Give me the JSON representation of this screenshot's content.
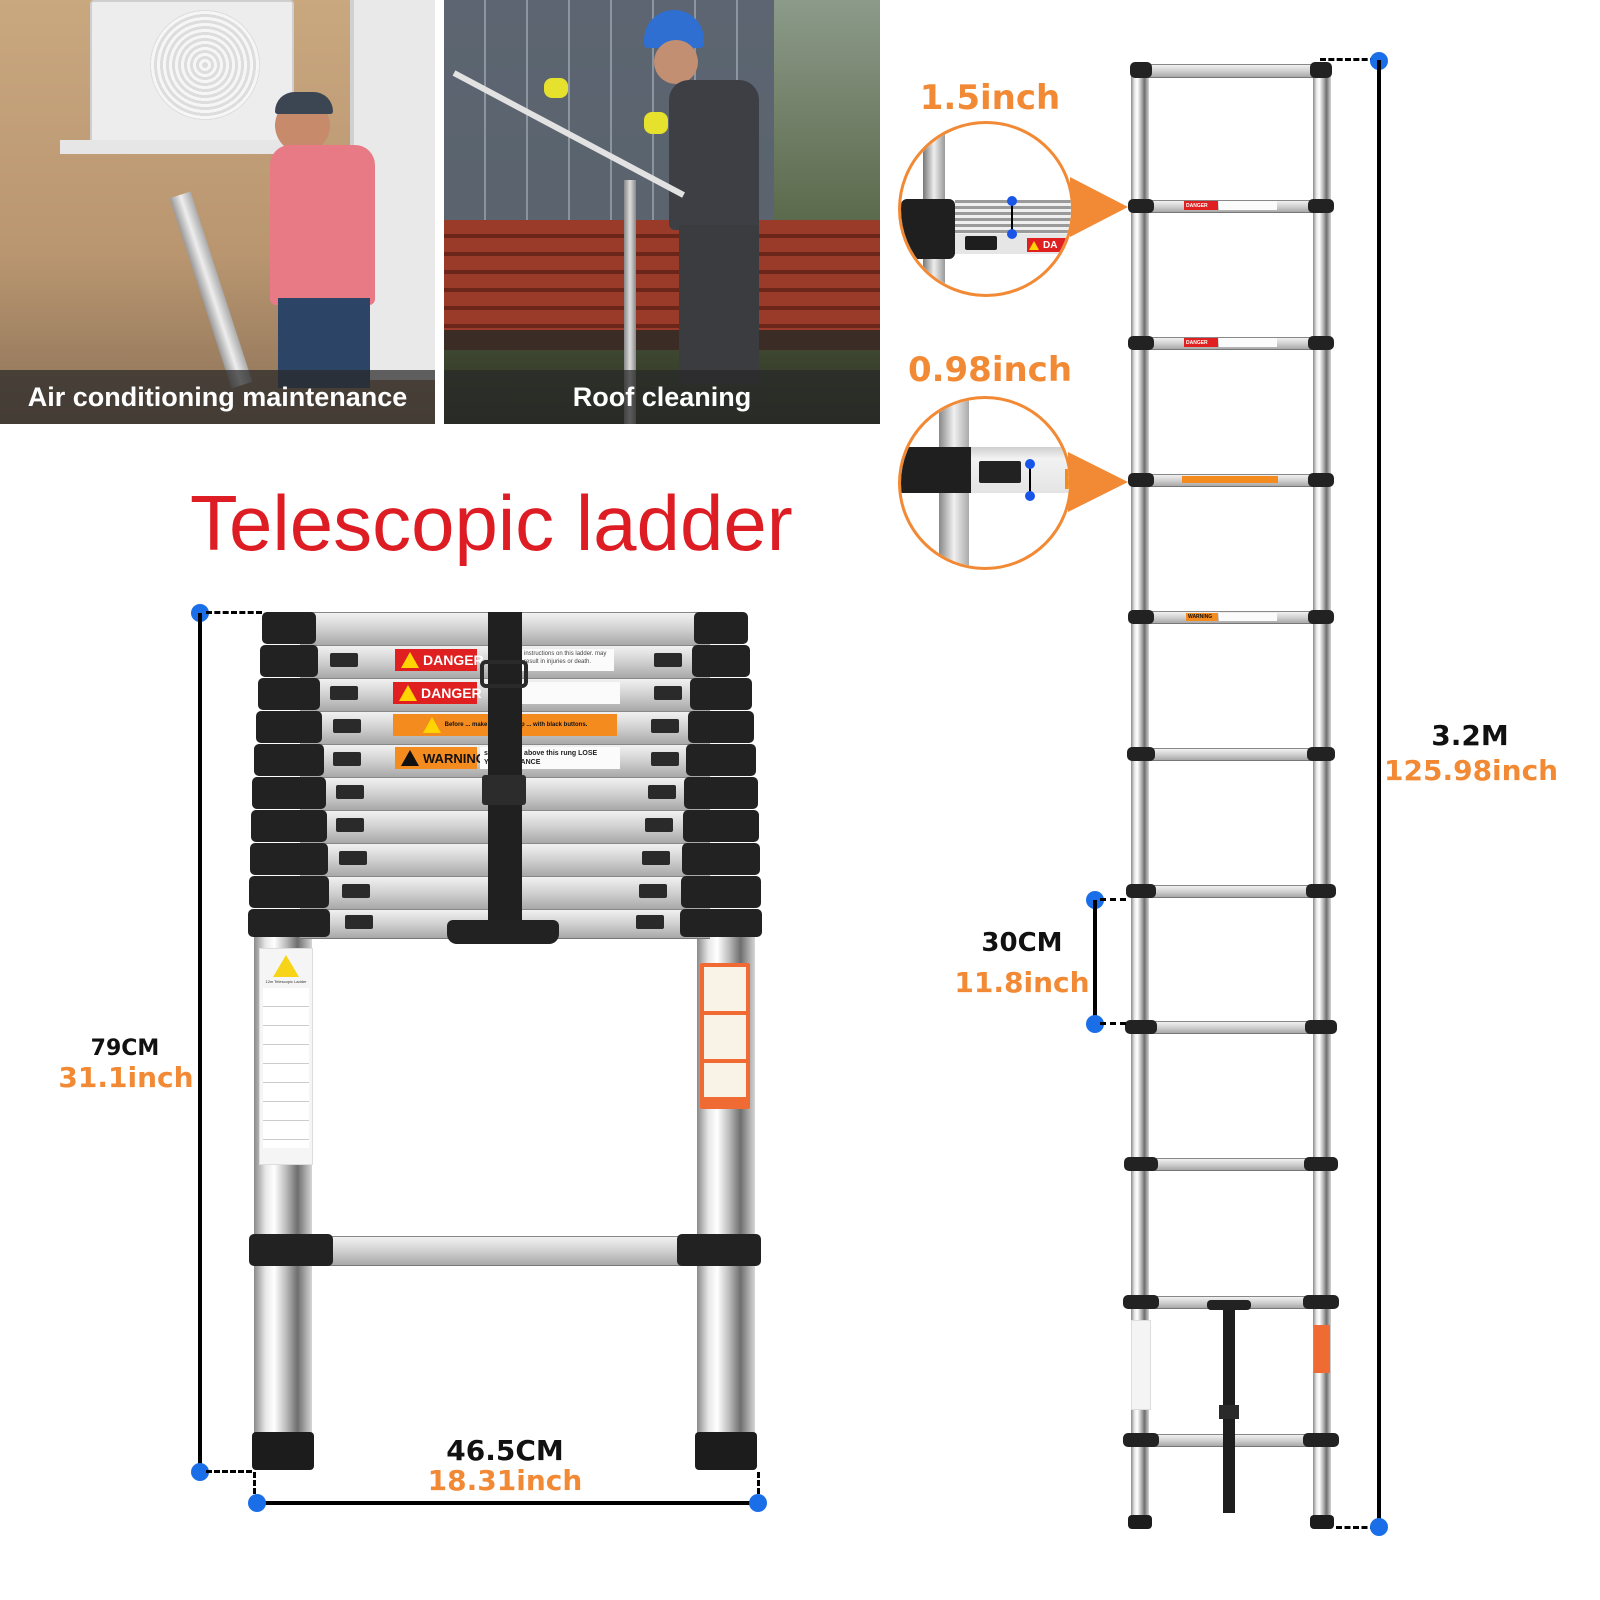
{
  "photos": [
    {
      "caption": "Air conditioning maintenance",
      "scene": "worker-on-ladder-servicing-ac-unit"
    },
    {
      "caption": "Roof cleaning",
      "scene": "worker-on-ladder-cleaning-solar-roof"
    }
  ],
  "title": "Telescopic ladder",
  "colors": {
    "title": "#dd1c24",
    "metric_text": "#111111",
    "imperial_text": "#f28a35",
    "dimension_dot": "#1a6fe8",
    "callout_ring": "#f28a35"
  },
  "collapsed_ladder": {
    "height": {
      "metric": "79CM",
      "imperial": "31.1inch"
    },
    "width": {
      "metric": "46.5CM",
      "imperial": "18.31inch"
    },
    "labels": [
      {
        "type": "danger",
        "text": "DANGER",
        "note": "instructions on this ladder. may result in injuries or death."
      },
      {
        "type": "danger",
        "text": "DANGER",
        "note": ""
      },
      {
        "type": "caution",
        "text": "",
        "note": "Before ... make sure the gap ... with black buttons."
      },
      {
        "type": "warning",
        "text": "WARNING",
        "note": "stand on or above this rung LOSE YOUR BALANCE"
      }
    ],
    "rail_sticker": "12m Telescopic Ladder"
  },
  "extended_ladder": {
    "height": {
      "metric": "3.2M",
      "imperial": "125.98inch"
    },
    "rung_spacing": {
      "metric": "30CM",
      "imperial": "11.8inch"
    },
    "rung_labels": [
      "DANGER",
      "DANGER",
      "",
      "WARNING"
    ]
  },
  "callouts": [
    {
      "dimension": "1.5inch",
      "detail": "rung-depth",
      "label_text": "DA"
    },
    {
      "dimension": "0.98inch",
      "detail": "rung-thickness"
    }
  ]
}
